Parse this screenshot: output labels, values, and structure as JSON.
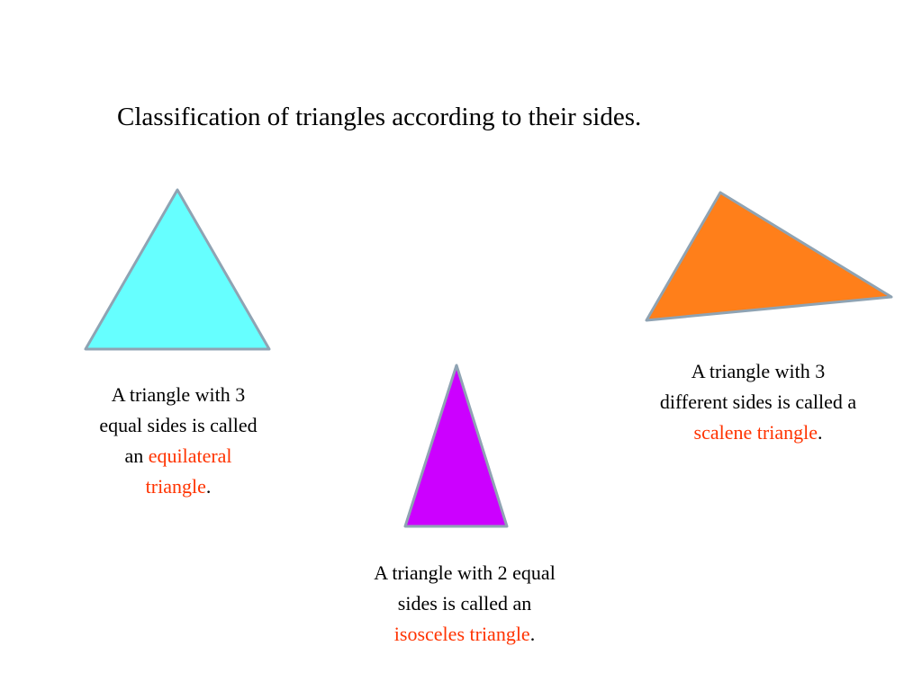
{
  "title": "Classification of triangles according to their sides.",
  "colors": {
    "equilateral_fill": "#66ffff",
    "isosceles_fill": "#cc00ff",
    "scalene_fill": "#ff7f1a",
    "outline": "#8fa3b3",
    "term": "#ff3300"
  },
  "equilateral": {
    "line1": "A triangle with 3",
    "line2": "equal sides is called",
    "line3_prefix": "an ",
    "term_part1": "equilateral",
    "term_part2": "triangle",
    "period": "."
  },
  "isosceles": {
    "line1": "A triangle with 2 equal",
    "line2": "sides is called an",
    "term": "isosceles triangle",
    "period": "."
  },
  "scalene": {
    "line1": "A triangle with 3",
    "line2": "different sides is called a",
    "term": "scalene triangle",
    "period": "."
  }
}
